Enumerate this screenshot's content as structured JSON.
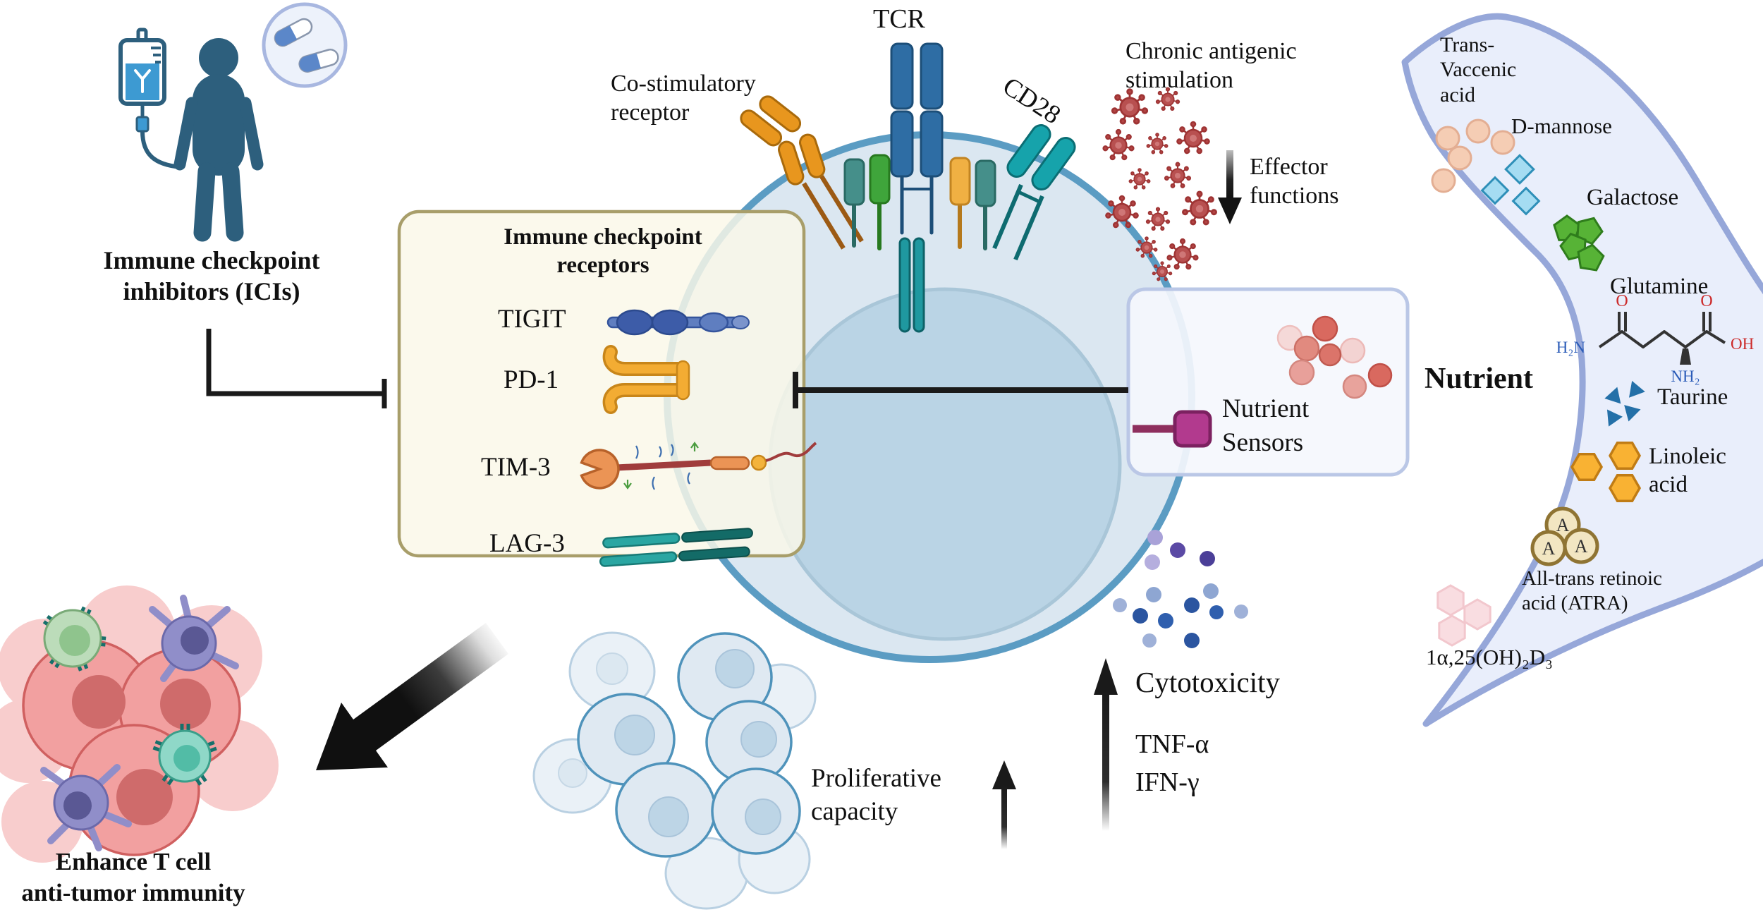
{
  "ici": {
    "label": "Immune checkpoint\ninhibitors (ICIs)"
  },
  "t_cell": {
    "co_stimulatory": "Co-stimulatory\nreceptor",
    "tcr": "TCR",
    "cd28": "CD28"
  },
  "stress": {
    "chronic": "Chronic antigenic\nstimulation",
    "effector": "Effector\nfunctions"
  },
  "checkpoint_box": {
    "title": "Immune checkpoint\nreceptors",
    "receptors": [
      "TIGIT",
      "PD-1",
      "TIM-3",
      "LAG-3"
    ]
  },
  "nutrient_sensing": {
    "sensors_label": "Nutrient\nSensors",
    "heading": "Nutrient"
  },
  "nutrients": {
    "trans_vaccenic": "Trans-\nVaccenic\nacid",
    "d_mannose": "D-mannose",
    "galactose": "Galactose",
    "glutamine": "Glutamine",
    "taurine": "Taurine",
    "linoleic": "Linoleic\nacid",
    "atra": "All-trans retinoic\nacid (ATRA)",
    "vitamin_d": "1α,25(OH)₂D₃",
    "atra_marker": "A",
    "glutamine_formula": {
      "h2n": "H₂N",
      "o1": "O",
      "o2": "O",
      "oh": "OH",
      "nh2": "NH₂"
    }
  },
  "outcomes": {
    "enhance": "Enhance T cell\nanti-tumor immunity",
    "proliferative": "Proliferative\ncapacity",
    "cytotoxicity": "Cytotoxicity",
    "tnf": "TNF-α",
    "ifn": "IFN-γ"
  },
  "palette": {
    "cell_fill": "#dbe7f1",
    "cell_border": "#5b9cc3",
    "nucleus_fill": "#bad4e5",
    "checkpoint_box_fill": "#faf8e8",
    "checkpoint_box_border": "#a89e6a",
    "sensor_box_fill": "#f5f7fd",
    "sensor_box_border": "#bac7e6",
    "crescent_fill": "#e9eefb",
    "crescent_border": "#96a7d9",
    "person": "#2d5f7d",
    "virus": "#b54545",
    "sensor_magenta": "#b23a8e",
    "ink": "#1a1a1a"
  }
}
